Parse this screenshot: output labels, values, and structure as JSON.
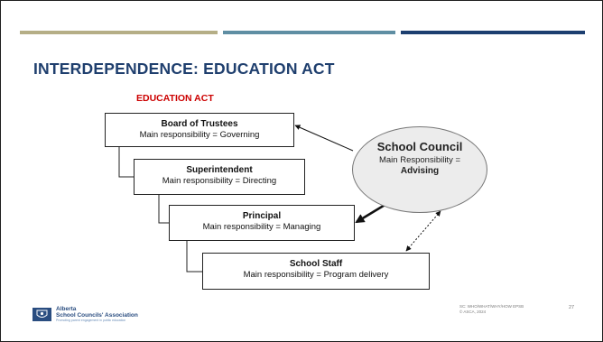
{
  "slide": {
    "title": "INTERDEPENDENCE:  EDUCATION ACT",
    "act_label": "EDUCATION ACT",
    "boxes": {
      "board": {
        "title": "Board of Trustees",
        "responsibility": "Main responsibility = Governing"
      },
      "superintendent": {
        "title": "Superintendent",
        "responsibility": "Main responsibility = Directing"
      },
      "principal": {
        "title": "Principal",
        "responsibility": "Main responsibility = Managing"
      },
      "staff": {
        "title": "School Staff",
        "responsibility": "Main responsibility = Program delivery"
      }
    },
    "council": {
      "title": "School Council",
      "line1": "Main Responsibility =",
      "line2": "Advising"
    },
    "footer": {
      "logo_line1": "Alberta",
      "logo_line2": "School Councils' Association",
      "logo_tagline": "Promoting parent engagement in public education",
      "note_line1": "SC: WHO/WHAT/WHY/HOW EPSB",
      "note_line2": "© ASCA, 2024",
      "page_number": "27"
    }
  },
  "colors": {
    "title": "#1f3f6e",
    "act_label": "#cc0000",
    "bar_khaki": "#b5ae86",
    "bar_teal": "#5f8ea3",
    "bar_navy": "#1d3f70",
    "council_fill": "#ececec",
    "logo": "#2a4d80"
  },
  "icons": {
    "logo": "asca-crest-icon"
  }
}
